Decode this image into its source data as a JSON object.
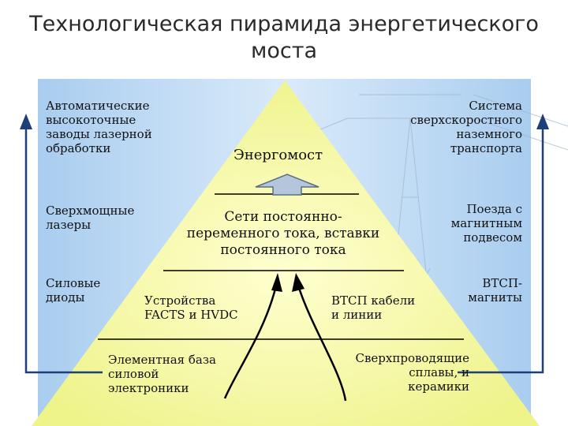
{
  "title_line1": "Технологическая пирамида энергетического",
  "title_line2": "моста",
  "left_labels": {
    "top": [
      "Автоматические",
      "высокоточные",
      "заводы лазерной",
      "обработки"
    ],
    "middle": [
      "Сверхмощные",
      "лазеры"
    ],
    "bottom": [
      "Силовые",
      "диоды"
    ]
  },
  "right_labels": {
    "top": [
      "Система",
      "сверхскоростного",
      "наземного",
      "транспорта"
    ],
    "middle": [
      "Поезда с",
      "магнитным",
      "подвесом"
    ],
    "bottom": [
      "ВТСП-",
      "магниты"
    ]
  },
  "pyramid": {
    "apex": "Энергомост",
    "center": [
      "Сети постоянно-",
      "переменного тока, вставки",
      "постоянного тока"
    ],
    "devices_left": [
      "Устройства",
      "FACTS и HVDC"
    ],
    "devices_right": [
      "ВТСП кабели",
      "и линии"
    ],
    "base_left": [
      "Элементная база",
      "силовой",
      "электроники"
    ],
    "base_right": [
      "Сверхпроводящие",
      "сплавы,  и",
      "керамики"
    ]
  },
  "colors": {
    "panel_blue": "#b9d7f2",
    "pyramid_yellow": "#f7f9a6",
    "arrow_fill": "#b4c6dc",
    "line": "#000000"
  }
}
